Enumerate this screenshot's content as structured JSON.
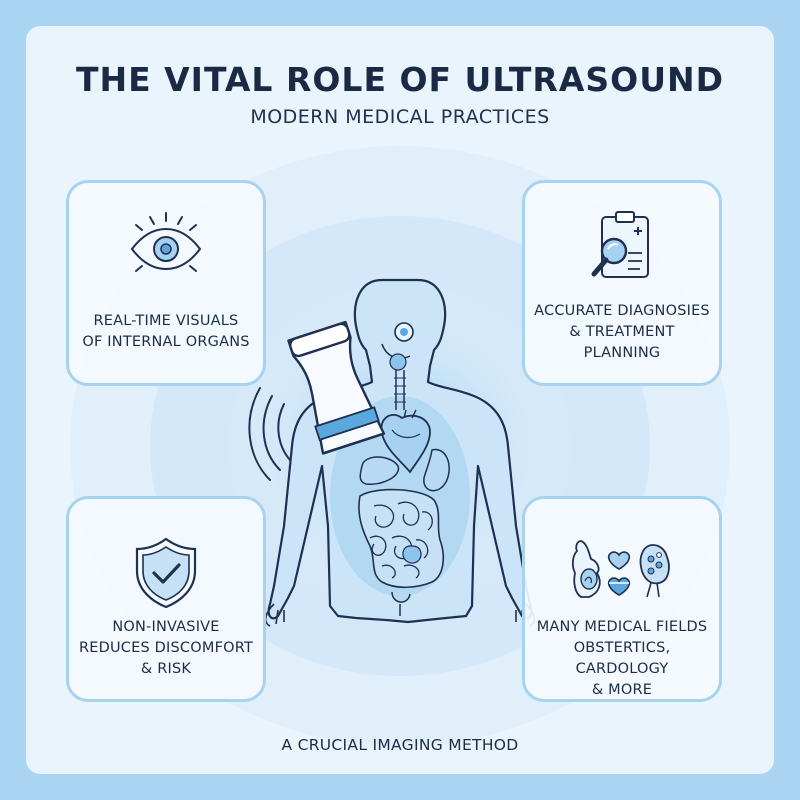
{
  "title": "THE VITAL ROLE OF ULTRASOUND",
  "subtitle": "MODERN MEDICAL PRACTICES",
  "cards": [
    {
      "lines": [
        "REAL-TIME VISUALS",
        "OF INTERNAL ORGANS"
      ],
      "icon": "eye-icon"
    },
    {
      "lines": [
        "ACCURATE DIAGNOSIES",
        "& TREATMENT PLANNING"
      ],
      "icon": "clipboard-magnifier-icon"
    },
    {
      "lines": [
        "NON-INVASIVE",
        "REDUCES DISCOMFORT",
        "& RISK"
      ],
      "icon": "shield-check-icon"
    },
    {
      "lines": [
        "MANY MEDICAL FIELDS",
        "OBSTERTICS, CARDOLOGY",
        "& MORE"
      ],
      "icon": "medical-fields-icon"
    }
  ],
  "footer": "A CRUCIAL IMAGING METHOD",
  "colors": {
    "background": "#a9d4f2",
    "panel": "#eaf4fc",
    "card_border": "#a7d3f1",
    "text": "#1c2d45",
    "accent_blue": "#5aa8de"
  }
}
